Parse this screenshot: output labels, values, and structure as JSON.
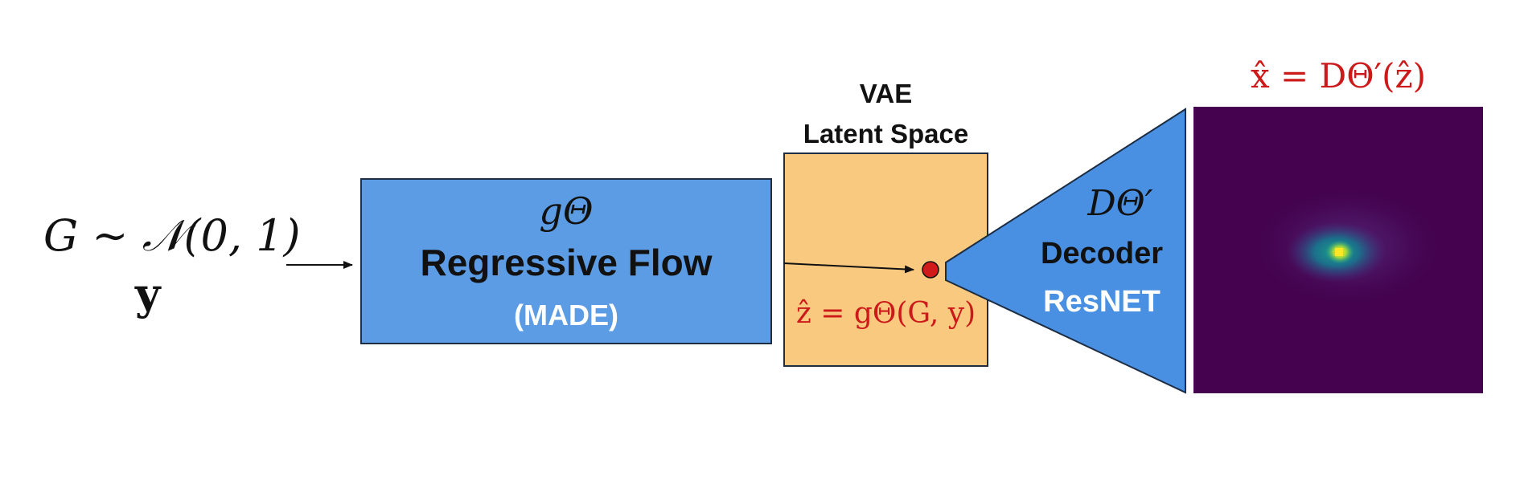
{
  "input": {
    "noise_label": "G ∼ 𝒩(0, 1)",
    "condition_label": "y"
  },
  "flow": {
    "symbol": "gΘ",
    "title": "Regressive Flow",
    "subtitle": "(MADE)"
  },
  "latent": {
    "title_line1": "VAE",
    "title_line2": "Latent Space",
    "formula": "ẑ = gΘ(G, y)"
  },
  "decoder": {
    "symbol": "DΘ′",
    "title": "Decoder",
    "subtitle": "ResNET"
  },
  "output": {
    "formula": "x̂ = DΘ′(ẑ)"
  },
  "colors": {
    "flow_fill": "#5c9ce5",
    "latent_fill": "#f8c97e",
    "decoder_fill": "#4a90e2",
    "image_background": "#45034f",
    "formula_red": "#cc1a1a",
    "latent_point": "#d11a1a"
  },
  "icons": {
    "latent_point": "red-dot",
    "arrows": "arrow-right"
  }
}
